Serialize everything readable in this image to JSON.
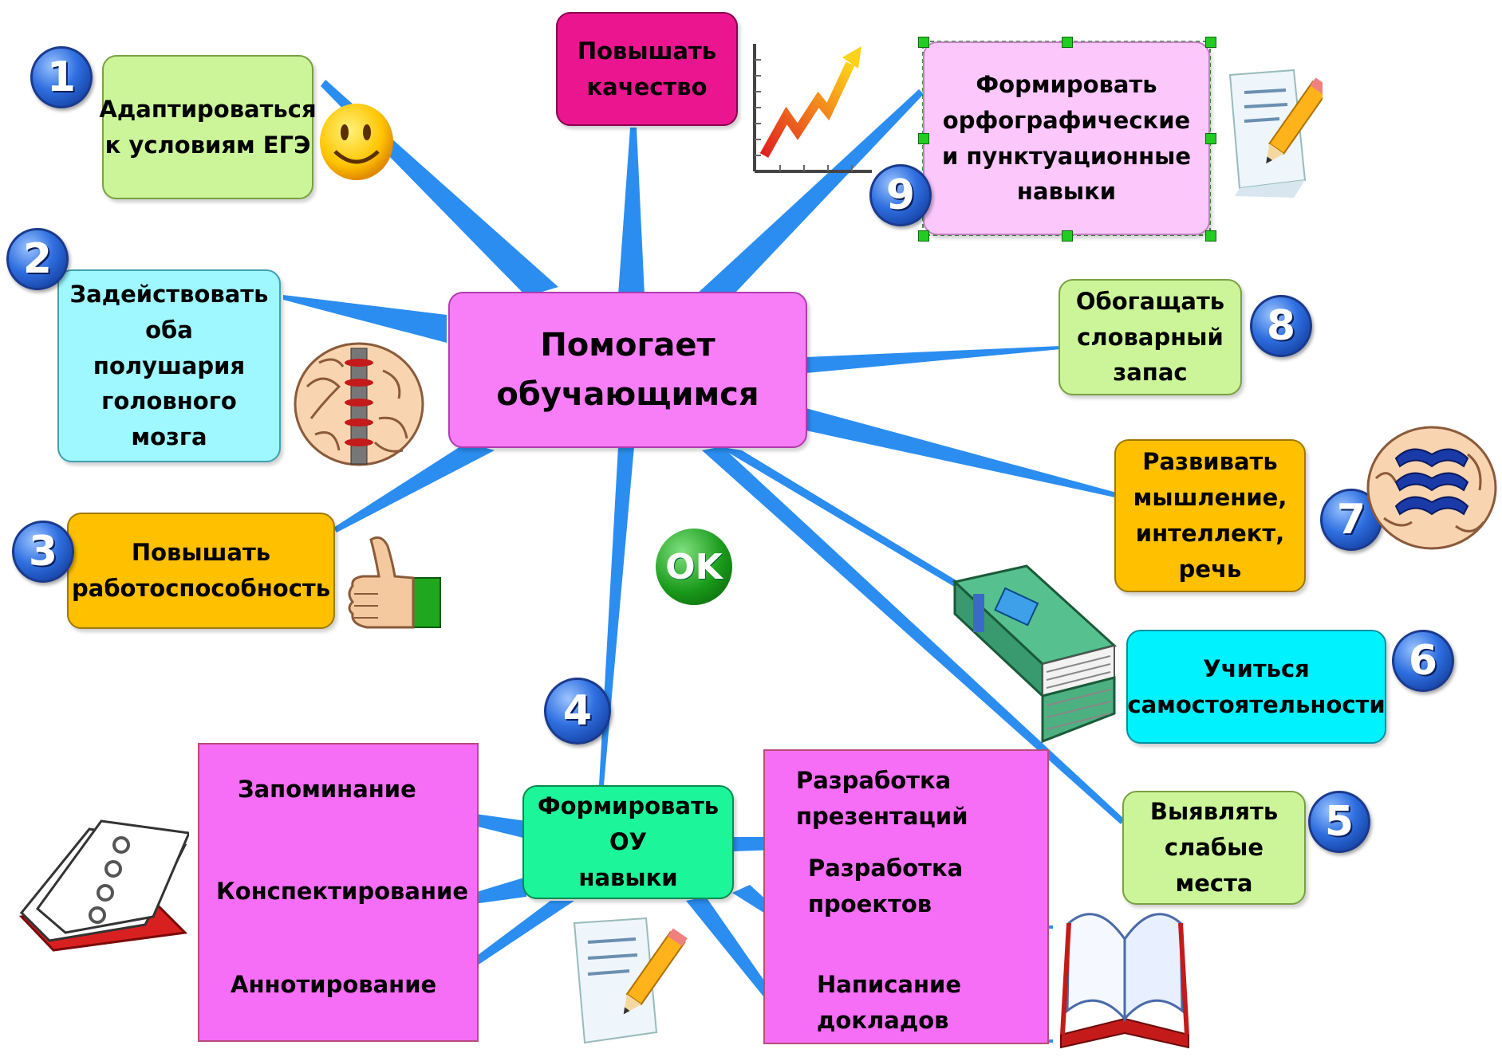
{
  "central": {
    "label": "Помогает\nобучающимся"
  },
  "top": {
    "label": "Повышать\nкачество"
  },
  "branches": [
    {
      "num": "1",
      "label": "Адаптироваться\nк условиям ЕГЭ"
    },
    {
      "num": "2",
      "label": "Задействовать\nоба\nполушария\nголовного\nмозга"
    },
    {
      "num": "3",
      "label": "Повышать\nработоспособность"
    },
    {
      "num": "4",
      "label": "Формировать ОУ\nнавыки"
    },
    {
      "num": "5",
      "label": "Выявлять\nслабые места"
    },
    {
      "num": "6",
      "label": "Учиться\nсамостоятельности"
    },
    {
      "num": "7",
      "label": "Развивать\nмышление,\nинтеллект,\nречь"
    },
    {
      "num": "8",
      "label": "Обогащать\nсловарный\nзапас"
    },
    {
      "num": "9",
      "label": "Формировать\nорфографические\nи пунктуационные\nнавыки"
    }
  ],
  "ok": "OK",
  "left_sub": [
    "Запоминание",
    "Конспектирование",
    "Аннотирование"
  ],
  "right_sub": [
    "Разработка\nпрезентаций",
    "Разработка\nпроектов",
    "Написание\nдокладов"
  ],
  "colors": {
    "central": "#f87ef8",
    "top": "#ec1590",
    "green_box": "#ccf59a",
    "cyan_box": "#9ff7ff",
    "orange_box": "#ffc000",
    "aqua_box": "#00f2ff",
    "pink_box": "#fcc8fc",
    "ou_box": "#1cf59a",
    "link": "#2b8df0"
  }
}
